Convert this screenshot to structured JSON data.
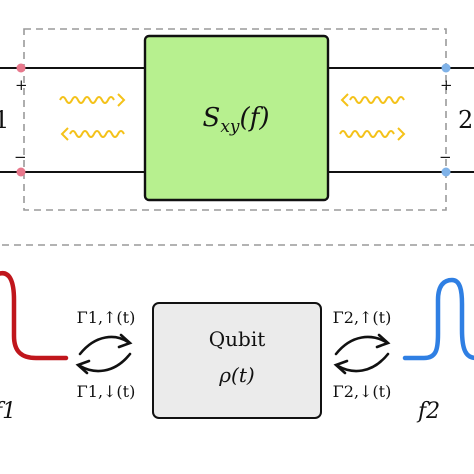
{
  "top_panel": {
    "block_label_main": "S",
    "block_label_sub": "xy",
    "block_label_arg": "(f)",
    "port_left": "1",
    "port_right": "2",
    "plus_sign": "+",
    "minus_sign": "−"
  },
  "bottom_panel": {
    "qubit_title": "Qubit",
    "qubit_state": "ρ(t)",
    "rate_1_up": "Γ1,↑(t)",
    "rate_1_down": "Γ1,↓(t)",
    "rate_2_up": "Γ2,↑(t)",
    "rate_2_down": "Γ2,↓(t)",
    "bath_left_label": "f1",
    "bath_right_label": "f2"
  },
  "colors": {
    "block_fill": "#b7f08f",
    "qubit_fill": "#ebebeb",
    "left_bath": "#c0161c",
    "right_bath": "#2f7fe3",
    "wave": "#f4c21a",
    "node_left": "#e8788c",
    "node_right": "#7fb2e8",
    "dashed_border": "#9a9a9a"
  }
}
